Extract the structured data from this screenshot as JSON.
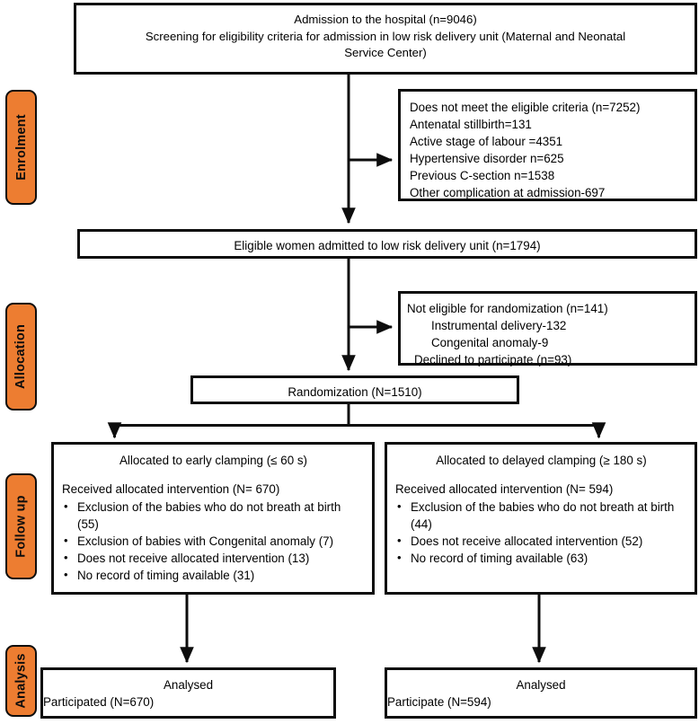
{
  "stages": [
    {
      "id": "enrolment",
      "label": "Enrolment",
      "color": "#ED7D31"
    },
    {
      "id": "allocation",
      "label": "Allocation",
      "color": "#ED7D31"
    },
    {
      "id": "followup",
      "label": "Follow up",
      "color": "#ED7D31"
    },
    {
      "id": "analysis",
      "label": "Analysis",
      "color": "#ED7D31"
    }
  ],
  "admission": {
    "line1": "Admission to the hospital (n=9046)",
    "line2": "Screening for eligibility criteria for admission in low risk delivery unit  (Maternal and Neonatal",
    "line3": "Service Center)"
  },
  "not_eligible": {
    "line1": "Does not meet the eligible criteria (n=7252)",
    "line2": "Antenatal stillbirth=131",
    "line3": "Active stage of labour =4351",
    "line4": "Hypertensive disorder n=625",
    "line5": "Previous C-section n=1538",
    "line6": "Other complication at admission-697"
  },
  "eligible_women": {
    "line1": "Eligible women admitted to low risk delivery unit (n=1794)"
  },
  "not_randomized": {
    "line1": "Not eligible for randomization (n=141)",
    "line2": "Instrumental delivery-132",
    "line3": "Congenital anomaly-9",
    "line4": "Declined to participate (n=93)"
  },
  "randomization": {
    "line1": "Randomization (N=1510)"
  },
  "early_arm": {
    "header": "Allocated to early clamping (≤ 60 s)",
    "received": "Received allocated intervention (N= 670)",
    "bullets": [
      "Exclusion of the babies who do not breath at birth  (55)",
      "Exclusion of babies with Congenital anomaly (7)",
      "Does not receive allocated intervention (13)",
      "No record of timing available (31)"
    ]
  },
  "delayed_arm": {
    "header": "Allocated to delayed clamping (≥ 180 s)",
    "received": "Received allocated intervention (N= 594)",
    "bullets": [
      "Exclusion of the babies who do not breath at birth (44)",
      "Does not receive allocated intervention (52)",
      "No record of timing available (63)"
    ]
  },
  "analysed_left": {
    "line1": "Analysed",
    "line2": "Participated (N=670)"
  },
  "analysed_right": {
    "line1": "Analysed",
    "line2": "Participate (N=594)"
  }
}
